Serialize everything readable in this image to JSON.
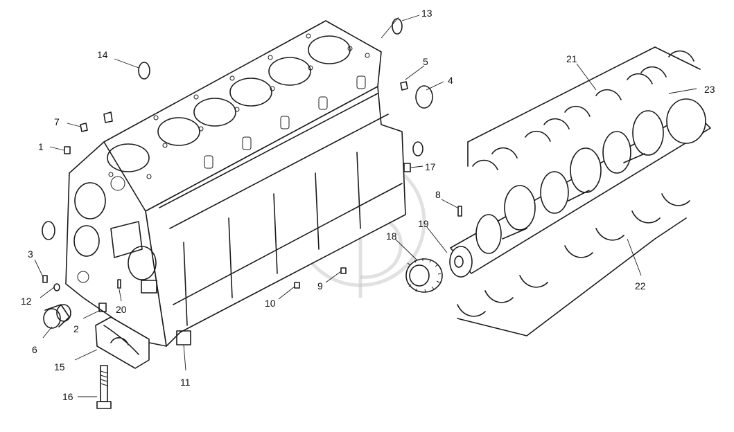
{
  "diagram": {
    "callouts": [
      {
        "id": "c1",
        "text": "1"
      },
      {
        "id": "c2",
        "text": "2"
      },
      {
        "id": "c3",
        "text": "3"
      },
      {
        "id": "c4",
        "text": "4"
      },
      {
        "id": "c5",
        "text": "5"
      },
      {
        "id": "c6",
        "text": "6"
      },
      {
        "id": "c7",
        "text": "7"
      },
      {
        "id": "c8",
        "text": "8"
      },
      {
        "id": "c9",
        "text": "9"
      },
      {
        "id": "c10",
        "text": "10"
      },
      {
        "id": "c11",
        "text": "11"
      },
      {
        "id": "c12",
        "text": "12"
      },
      {
        "id": "c13",
        "text": "13"
      },
      {
        "id": "c14",
        "text": "14"
      },
      {
        "id": "c15",
        "text": "15"
      },
      {
        "id": "c16",
        "text": "16"
      },
      {
        "id": "c17",
        "text": "17"
      },
      {
        "id": "c18",
        "text": "18"
      },
      {
        "id": "c19",
        "text": "19"
      },
      {
        "id": "c20",
        "text": "20"
      },
      {
        "id": "c21",
        "text": "21"
      },
      {
        "id": "c22",
        "text": "22"
      },
      {
        "id": "c23",
        "text": "23"
      }
    ]
  },
  "colors": {
    "line": "#1a1a1a",
    "background": "#ffffff",
    "watermark": "#c8c8c8"
  }
}
